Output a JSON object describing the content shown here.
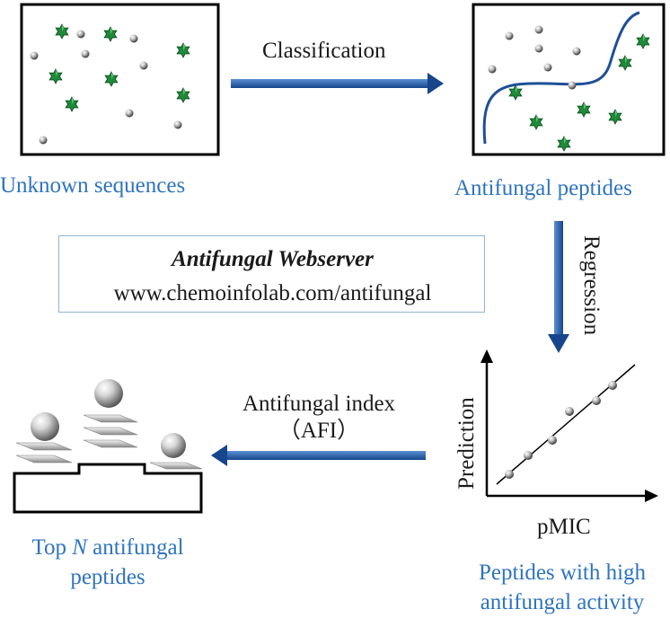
{
  "labels": {
    "unknown": "Unknown sequences",
    "antifungal": "Antifungal peptides",
    "classification": "Classification",
    "regression": "Regression",
    "afi_line1": "Antifungal index",
    "afi_line2": "（AFI）",
    "top_prefix": "Top ",
    "top_n": "N",
    "top_suffix": " antifungal",
    "top_line2": "peptides",
    "high_line1": "Peptides with high",
    "high_line2": "antifungal activity",
    "xaxis": "pMIC",
    "yaxis": "Prediction"
  },
  "webserver": {
    "title": "Antifungal Webserver",
    "url": "www.chemoinfolab.com/antifungal"
  },
  "colors": {
    "label_blue": "#2e74c0",
    "arrow_blue": "#1f5aa6",
    "star_green": "#1f8a3a",
    "curve_blue": "#1f4f96",
    "box_border": "#8fb3d9"
  },
  "icons": {
    "peptide_star": "green-star-icon",
    "sequence_dot": "gray-sphere-icon",
    "ranked_peptide": "sphere-on-stack-icon"
  }
}
